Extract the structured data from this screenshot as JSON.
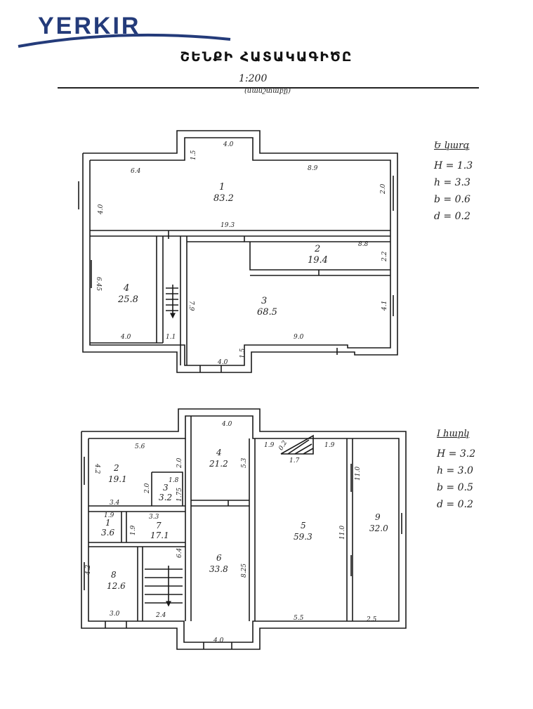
{
  "header": {
    "logo_text": "YERKIR",
    "title": "ՇԵՆՔԻ ՀԱՏԱԿԱԳԻԾԸ",
    "scale": "1:200",
    "scale_note": "(մանշտաբը)"
  },
  "floor_upper": {
    "legend_title": "Ե կաrգ",
    "legend_lines": [
      "H = 1.3",
      "h = 3.3",
      "b = 0.6",
      "d = 0.2"
    ],
    "rooms": [
      {
        "num": "1",
        "area": "83.2"
      },
      {
        "num": "2",
        "area": "19.4"
      },
      {
        "num": "3",
        "area": "68.5"
      },
      {
        "num": "4",
        "area": "25.8"
      }
    ],
    "dims": [
      "4.0",
      "1.5",
      "6.4",
      "8.9",
      "2.0",
      "4.0",
      "19.3",
      "8.8",
      "2.2",
      "6.45",
      "7.9",
      "4.1",
      "4.0",
      "9.0",
      "1.1",
      "4.0",
      "1.5"
    ]
  },
  "floor_lower": {
    "legend_title": "I հարկ",
    "legend_lines": [
      "H = 3.2",
      "h = 3.0",
      "b = 0.5",
      "d = 0.2"
    ],
    "rooms": [
      {
        "num": "2",
        "area": "19.1"
      },
      {
        "num": "3",
        "area": "3.2"
      },
      {
        "num": "4",
        "area": "21.2"
      },
      {
        "num": "5",
        "area": "59.3"
      },
      {
        "num": "9",
        "area": "32.0"
      },
      {
        "num": "1",
        "area": "3.6"
      },
      {
        "num": "7",
        "area": "17.1"
      },
      {
        "num": "6",
        "area": "33.8"
      },
      {
        "num": "8",
        "area": "12.6"
      }
    ],
    "dims": [
      "4.0",
      "5.6",
      "2.0",
      "5.3",
      "1.9",
      "0.2",
      "1.9",
      "1.7",
      "4.2",
      "1.8",
      "2.0",
      "1.75",
      "11.0",
      "3.4",
      "3.3",
      "1.9",
      "1.9",
      "11.0",
      "4.2",
      "6.4",
      "8.25",
      "3.0",
      "2.4",
      "5.5",
      "2.5",
      "4.0"
    ]
  }
}
